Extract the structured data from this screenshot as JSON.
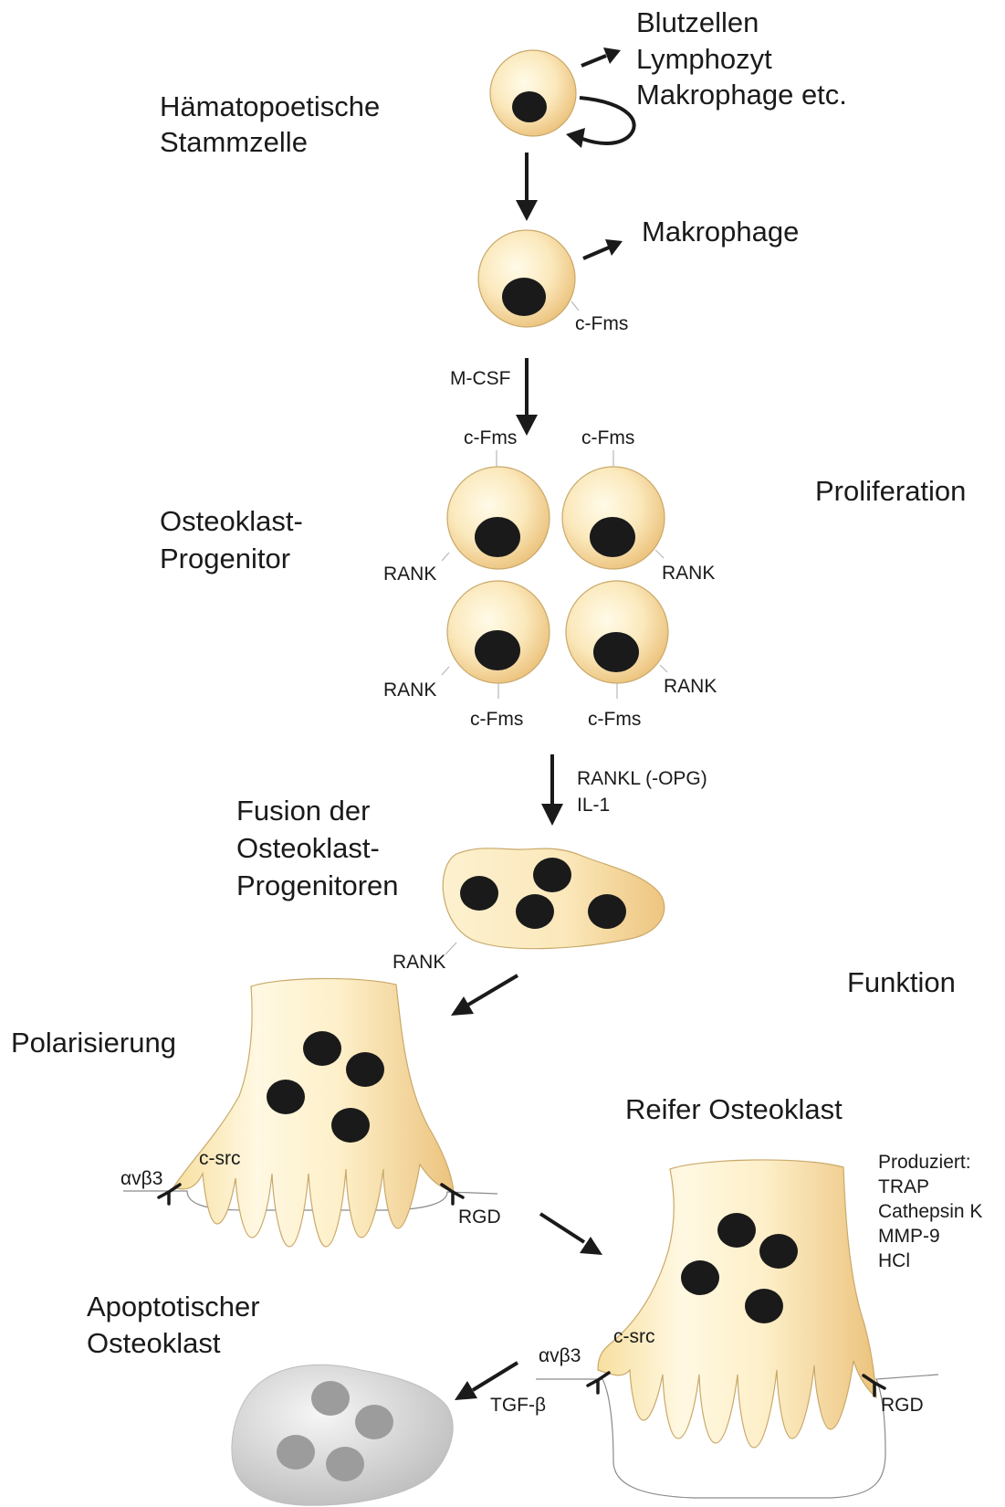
{
  "labels": {
    "hsc_line1": "Hämatopoetische",
    "hsc_line2": "Stammzelle",
    "blood_line1": "Blutzellen",
    "blood_line2": "Lymphozyt",
    "blood_line3": "Makrophage etc.",
    "macrophage": "Makrophage",
    "cfms": "c-Fms",
    "mcsf": "M-CSF",
    "proliferation": "Proliferation",
    "progenitor_line1": "Osteoklast-",
    "progenitor_line2": "Progenitor",
    "rank": "RANK",
    "rankl_line1": "RANKL (-OPG)",
    "rankl_line2": "IL-1",
    "fusion_line1": "Fusion der",
    "fusion_line2": "Osteoklast-",
    "fusion_line3": "Progenitoren",
    "funktion": "Funktion",
    "polarisierung": "Polarisierung",
    "csrc": "c-src",
    "integrin": "αvβ3",
    "rgd": "RGD",
    "reifer": "Reifer Osteoklast",
    "produziert_header": "Produziert:",
    "produziert_items": [
      "TRAP",
      "Cathepsin K",
      "MMP-9",
      "HCl"
    ],
    "apoptotic_line1": "Apoptotischer",
    "apoptotic_line2": "Osteoklast",
    "tgf": "TGF-β"
  },
  "colors": {
    "cell_center": "#fffbe8",
    "cell_edge": "#ecc37e",
    "nucleus": "#1a1a1a",
    "apoptotic_light": "#f6f6f6",
    "apoptotic_dark": "#bdbdbd",
    "apoptotic_nucleus": "#9c9c9c"
  }
}
